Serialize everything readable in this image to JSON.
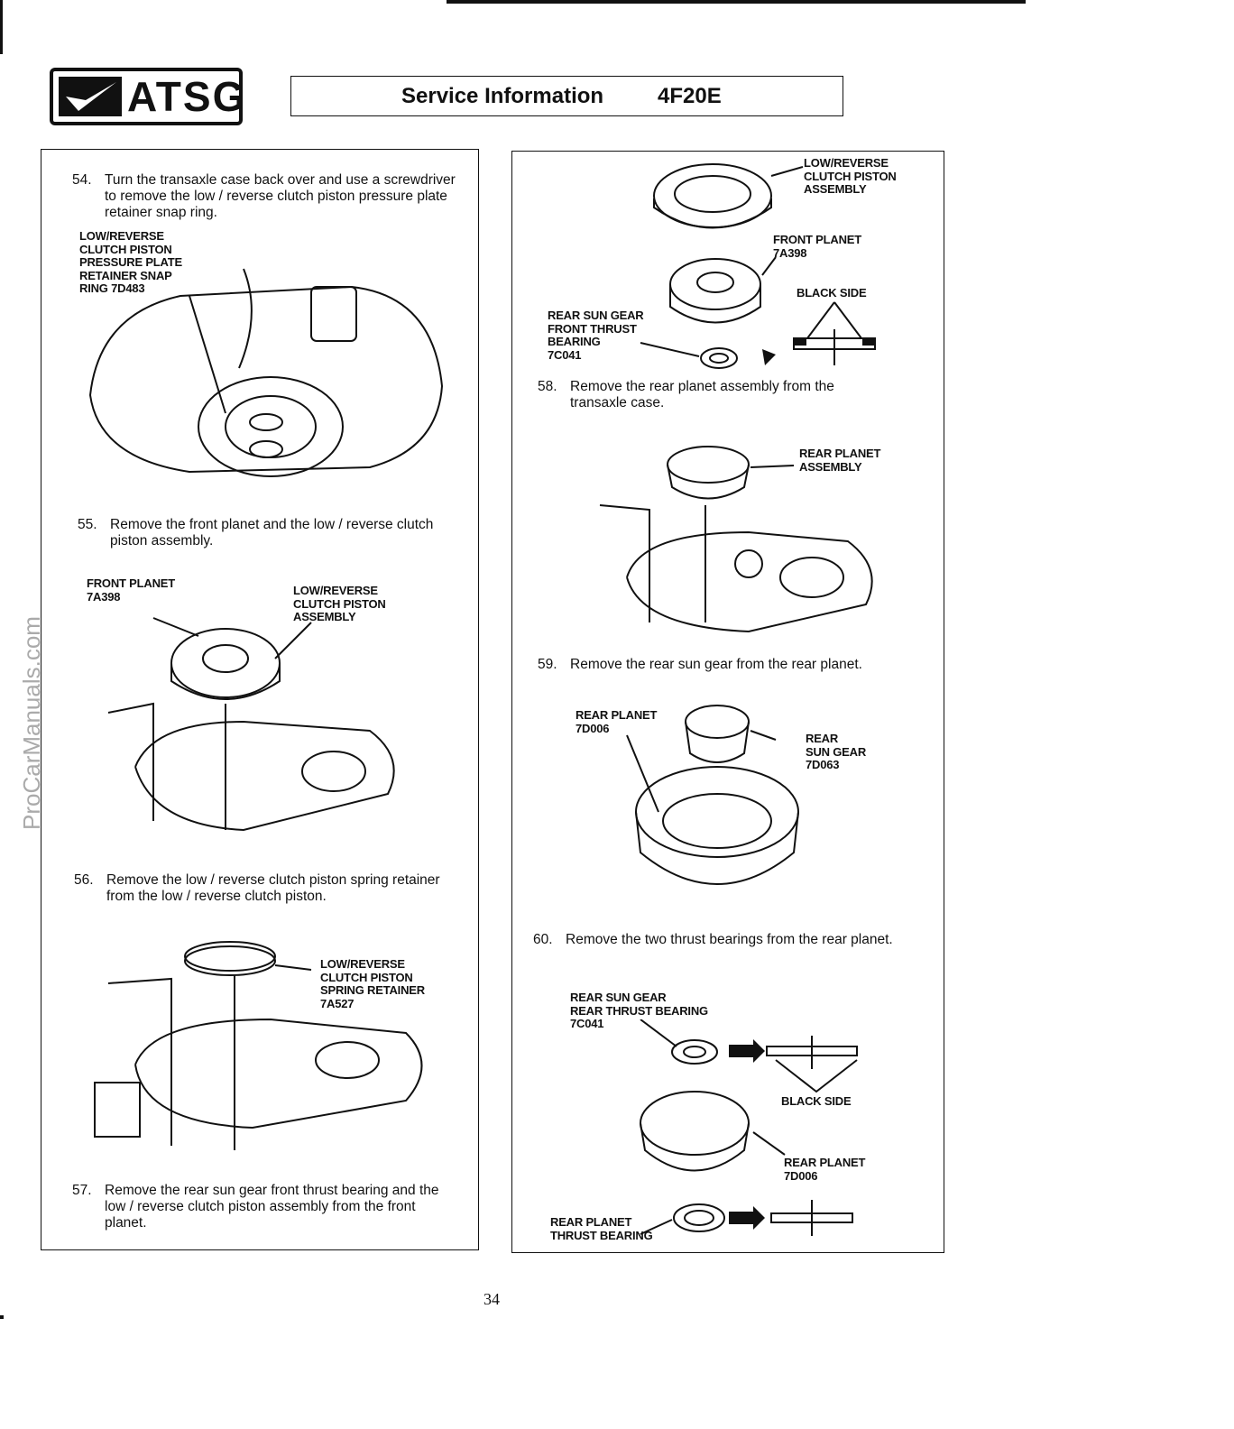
{
  "header": {
    "logo_text": "ATSG",
    "title": "Service Information",
    "model": "4F20E"
  },
  "watermark": "ProCarManuals.com",
  "page_number": "34",
  "left": {
    "s54": {
      "num": "54.",
      "text": "Turn the transaxle case back over and use a screwdriver to remove the low / reverse clutch piston pressure plate retainer snap ring.",
      "label": "LOW/REVERSE\nCLUTCH PISTON\nPRESSURE PLATE\nRETAINER SNAP\nRING 7D483"
    },
    "s55": {
      "num": "55.",
      "text": "Remove the front planet and the low / reverse clutch piston assembly.",
      "label_a": "FRONT PLANET\n7A398",
      "label_b": "LOW/REVERSE\nCLUTCH PISTON\nASSEMBLY"
    },
    "s56": {
      "num": "56.",
      "text": "Remove the low / reverse clutch piston spring retainer from the low / reverse clutch piston.",
      "label": "LOW/REVERSE\nCLUTCH PISTON\nSPRING RETAINER\n7A527"
    },
    "s57": {
      "num": "57.",
      "text": "Remove the rear sun gear front thrust bearing and the low / reverse clutch piston assembly from the front planet."
    }
  },
  "right": {
    "fig57": {
      "label_a": "LOW/REVERSE\nCLUTCH PISTON\nASSEMBLY",
      "label_b": "FRONT PLANET\n7A398",
      "label_c": "BLACK SIDE",
      "label_d": "REAR SUN GEAR\nFRONT THRUST\nBEARING\n7C041"
    },
    "s58": {
      "num": "58.",
      "text": "Remove the rear planet assembly from the transaxle case.",
      "label": "REAR PLANET\nASSEMBLY"
    },
    "s59": {
      "num": "59.",
      "text": "Remove the rear sun gear from the rear planet.",
      "label_a": "REAR PLANET\n7D006",
      "label_b": "REAR\nSUN GEAR\n7D063"
    },
    "s60": {
      "num": "60.",
      "text": "Remove the two thrust bearings from the rear planet.",
      "label_a": "REAR SUN GEAR\nREAR THRUST BEARING\n7C041",
      "label_b": "BLACK SIDE",
      "label_c": "REAR PLANET\n7D006",
      "label_d": "REAR PLANET\nTHRUST BEARING"
    }
  }
}
